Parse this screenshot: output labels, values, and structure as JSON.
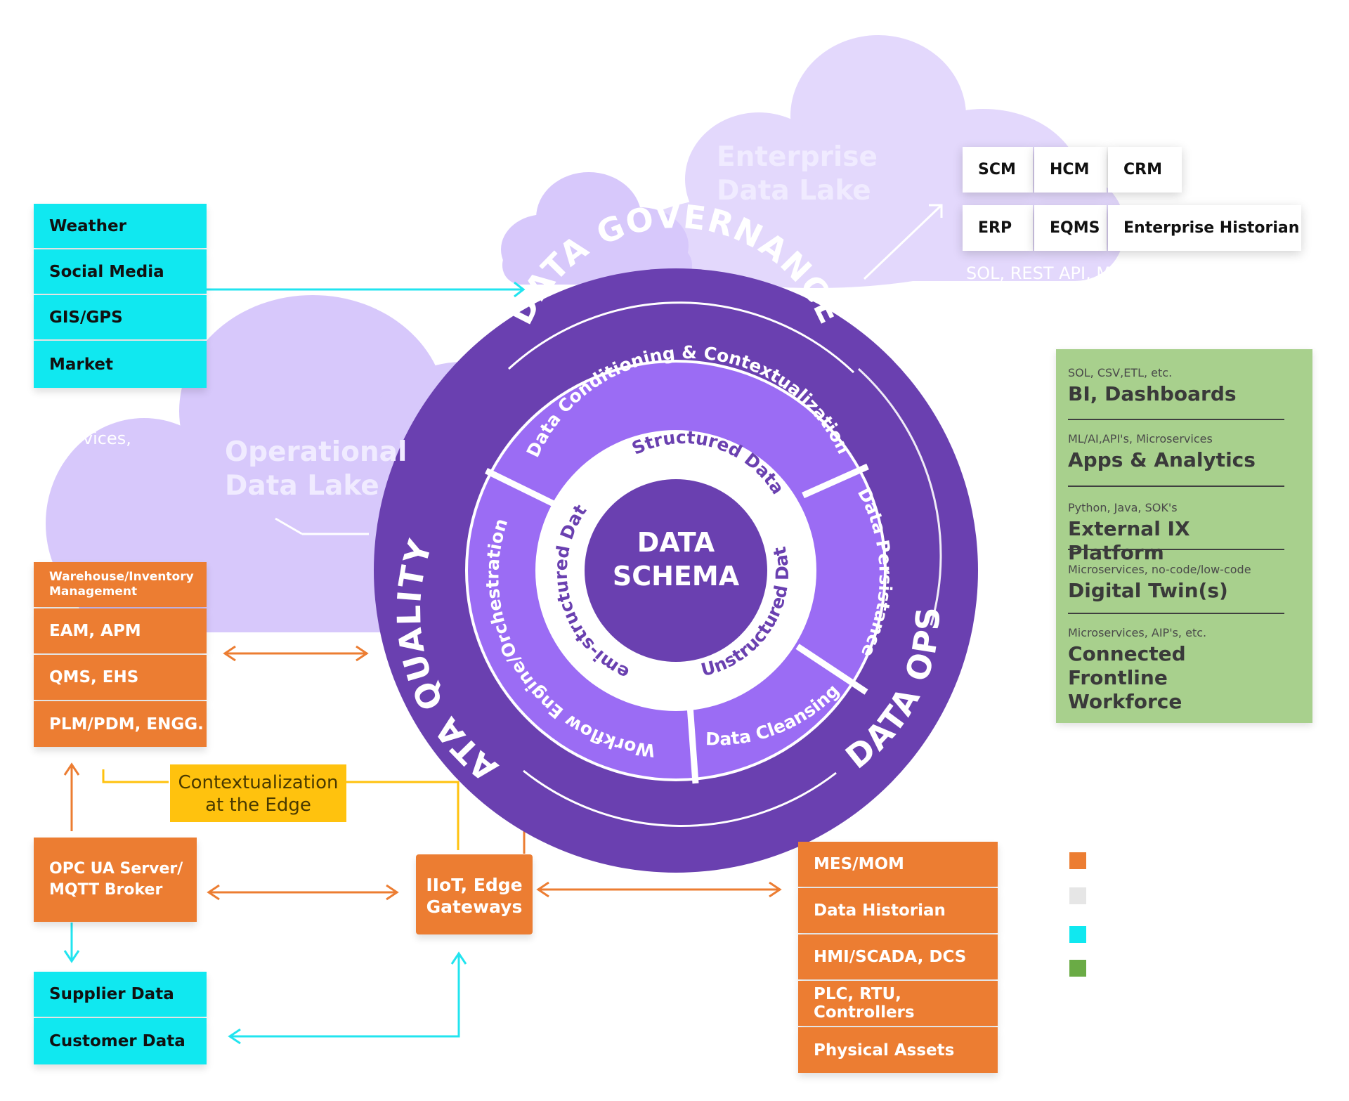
{
  "clouds": {
    "enterprise_title_line1": "Enterprise",
    "enterprise_title_line2": "Data Lake",
    "enterprise_protocols": "SOL, REST API, Microservices, etc",
    "operational_title_line1": "Operational",
    "operational_title_line2": "Data Lake",
    "operational_partial": "rvices,"
  },
  "external_sources": [
    "Weather",
    "Social Media",
    "GIS/GPS",
    "Market"
  ],
  "enterprise_systems": {
    "row1": [
      "SCM",
      "HCM",
      "CRM"
    ],
    "row2": [
      "ERP",
      "EQMS",
      "Enterprise Historian"
    ]
  },
  "business_systems": {
    "first": "Warehouse/Inventory Management",
    "items": [
      "EAM, APM",
      "QMS, EHS",
      "PLM/PDM, ENGG."
    ]
  },
  "contextualization": {
    "line1": "Contextualization",
    "line2": "at the Edge"
  },
  "opc": {
    "line1": "OPC UA Server/",
    "line2": "MQTT Broker"
  },
  "gateway": {
    "line1": "IIoT, Edge",
    "line2": "Gateways"
  },
  "partner_data": [
    "Supplier Data",
    "Customer Data"
  ],
  "plant_systems": [
    "MES/MOM",
    "Data Historian",
    "HMI/SCADA, DCS",
    "PLC, RTU, Controllers",
    "Physical Assets"
  ],
  "wheel": {
    "outer_top": "DATA GOVERNANCE",
    "outer_left": "DATA QUALITY.",
    "outer_right": "DATA OPS",
    "ring_top": "Data Conditioning & Contextualization",
    "ring_right": "Data Persistance",
    "ring_bottom_right": "Data Cleansing",
    "ring_left": "Workflow Engine/Orchestration",
    "inner_top": "Structured Data",
    "inner_right": "Unstructured Data",
    "inner_left": "Semi-structured Data",
    "center_line1": "DATA",
    "center_line2": "SCHEMA"
  },
  "consumers": [
    {
      "sub": "SOL, CSV,ETL, etc.",
      "title": "BI, Dashboards"
    },
    {
      "sub": "ML/AI,API's, Microservices",
      "title": "Apps & Analytics"
    },
    {
      "sub": "Python, Java, SOK's",
      "title": "External IX Platform"
    },
    {
      "sub": "Microservices, no-code/low-code",
      "title": "Digital Twin(s)"
    },
    {
      "sub": "Microservices, AIP's, etc.",
      "title": "Connected Frontline",
      "title2": "Workforce"
    }
  ],
  "colors": {
    "cloud": "#d7c8fb",
    "cloud_light": "#e3d8fc",
    "wheel_outer": "#6a40b0",
    "wheel_ring": "#9b6cf4",
    "wheel_center": "#6a40b0",
    "cyan": "#10e8f0",
    "orange": "#ec7d32",
    "yellow": "#ffc20e",
    "green": "#a8d08d",
    "legend": [
      "#ec7d32",
      "#e6e6e6",
      "#10e8f0",
      "#6aab45"
    ]
  }
}
